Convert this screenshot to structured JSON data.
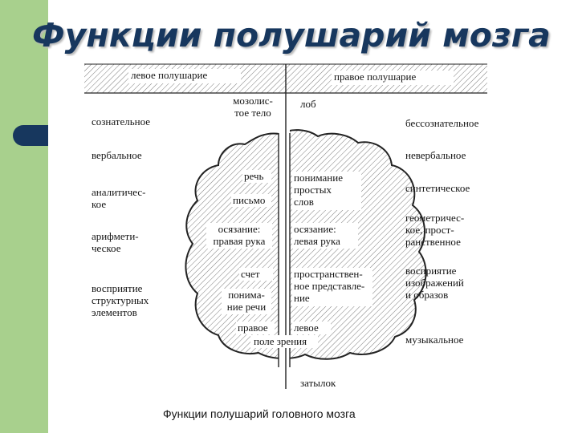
{
  "title": "Функции полушарий мозга",
  "header": {
    "left": "левое полушарие",
    "right": "правое полушарие"
  },
  "left_functions": [
    "сознательное",
    "вербальное",
    "аналитичес-\nкое",
    "арифмети-\nческое",
    "восприятие\nструктурных\nэлементов"
  ],
  "right_functions": [
    "бессознательное",
    "невербальное",
    "синтетическое",
    "геометричес-\nкое, прост-\nранственное",
    "восприятие\nизображений\nи образов",
    "музыкальное"
  ],
  "brain_left": [
    "речь",
    "письмо",
    "осязание:\nправая рука",
    "счет",
    "понима-\nние речи",
    "правое"
  ],
  "brain_right": [
    "понимание\nпростых\nслов",
    "осязание:\nлевая рука",
    "пространствен-\nное представле-\nние",
    "левое"
  ],
  "anatomy": {
    "corpus_callosum": "мозолис-\nтое тело",
    "forehead": "лоб",
    "visual_field": "поле зрения",
    "occiput": "затылок"
  },
  "caption": "Функции полушарий головного мозга"
}
